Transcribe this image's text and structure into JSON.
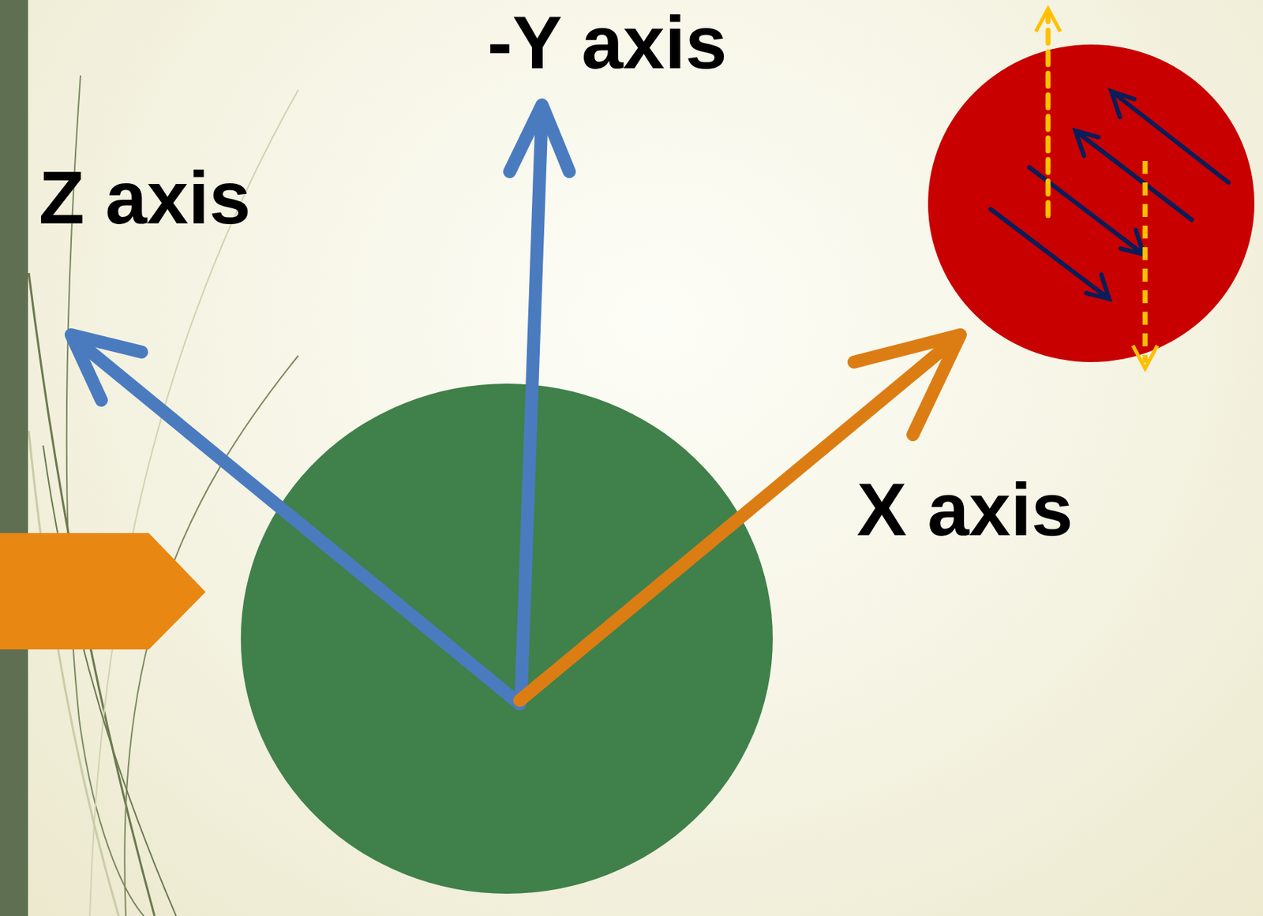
{
  "diagram": {
    "labels": [
      "-Y axis",
      "Z axis",
      "X axis"
    ]
  }
}
